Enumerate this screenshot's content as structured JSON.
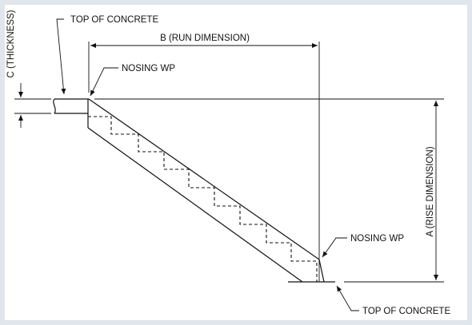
{
  "diagram": {
    "labels": {
      "top_concrete_upper": "TOP OF CONCRETE",
      "run_dimension": "B (RUN DIMENSION)",
      "nosing_upper": "NOSING WP",
      "thickness": "C (THICKNESS)",
      "rise_dimension": "A (RISE DIMENSION)",
      "nosing_lower": "NOSING WP",
      "top_concrete_lower": "TOP OF CONCRETE"
    },
    "colors": {
      "background": "#dfe6ec",
      "paper": "#ffffff",
      "ink": "#111111"
    }
  }
}
